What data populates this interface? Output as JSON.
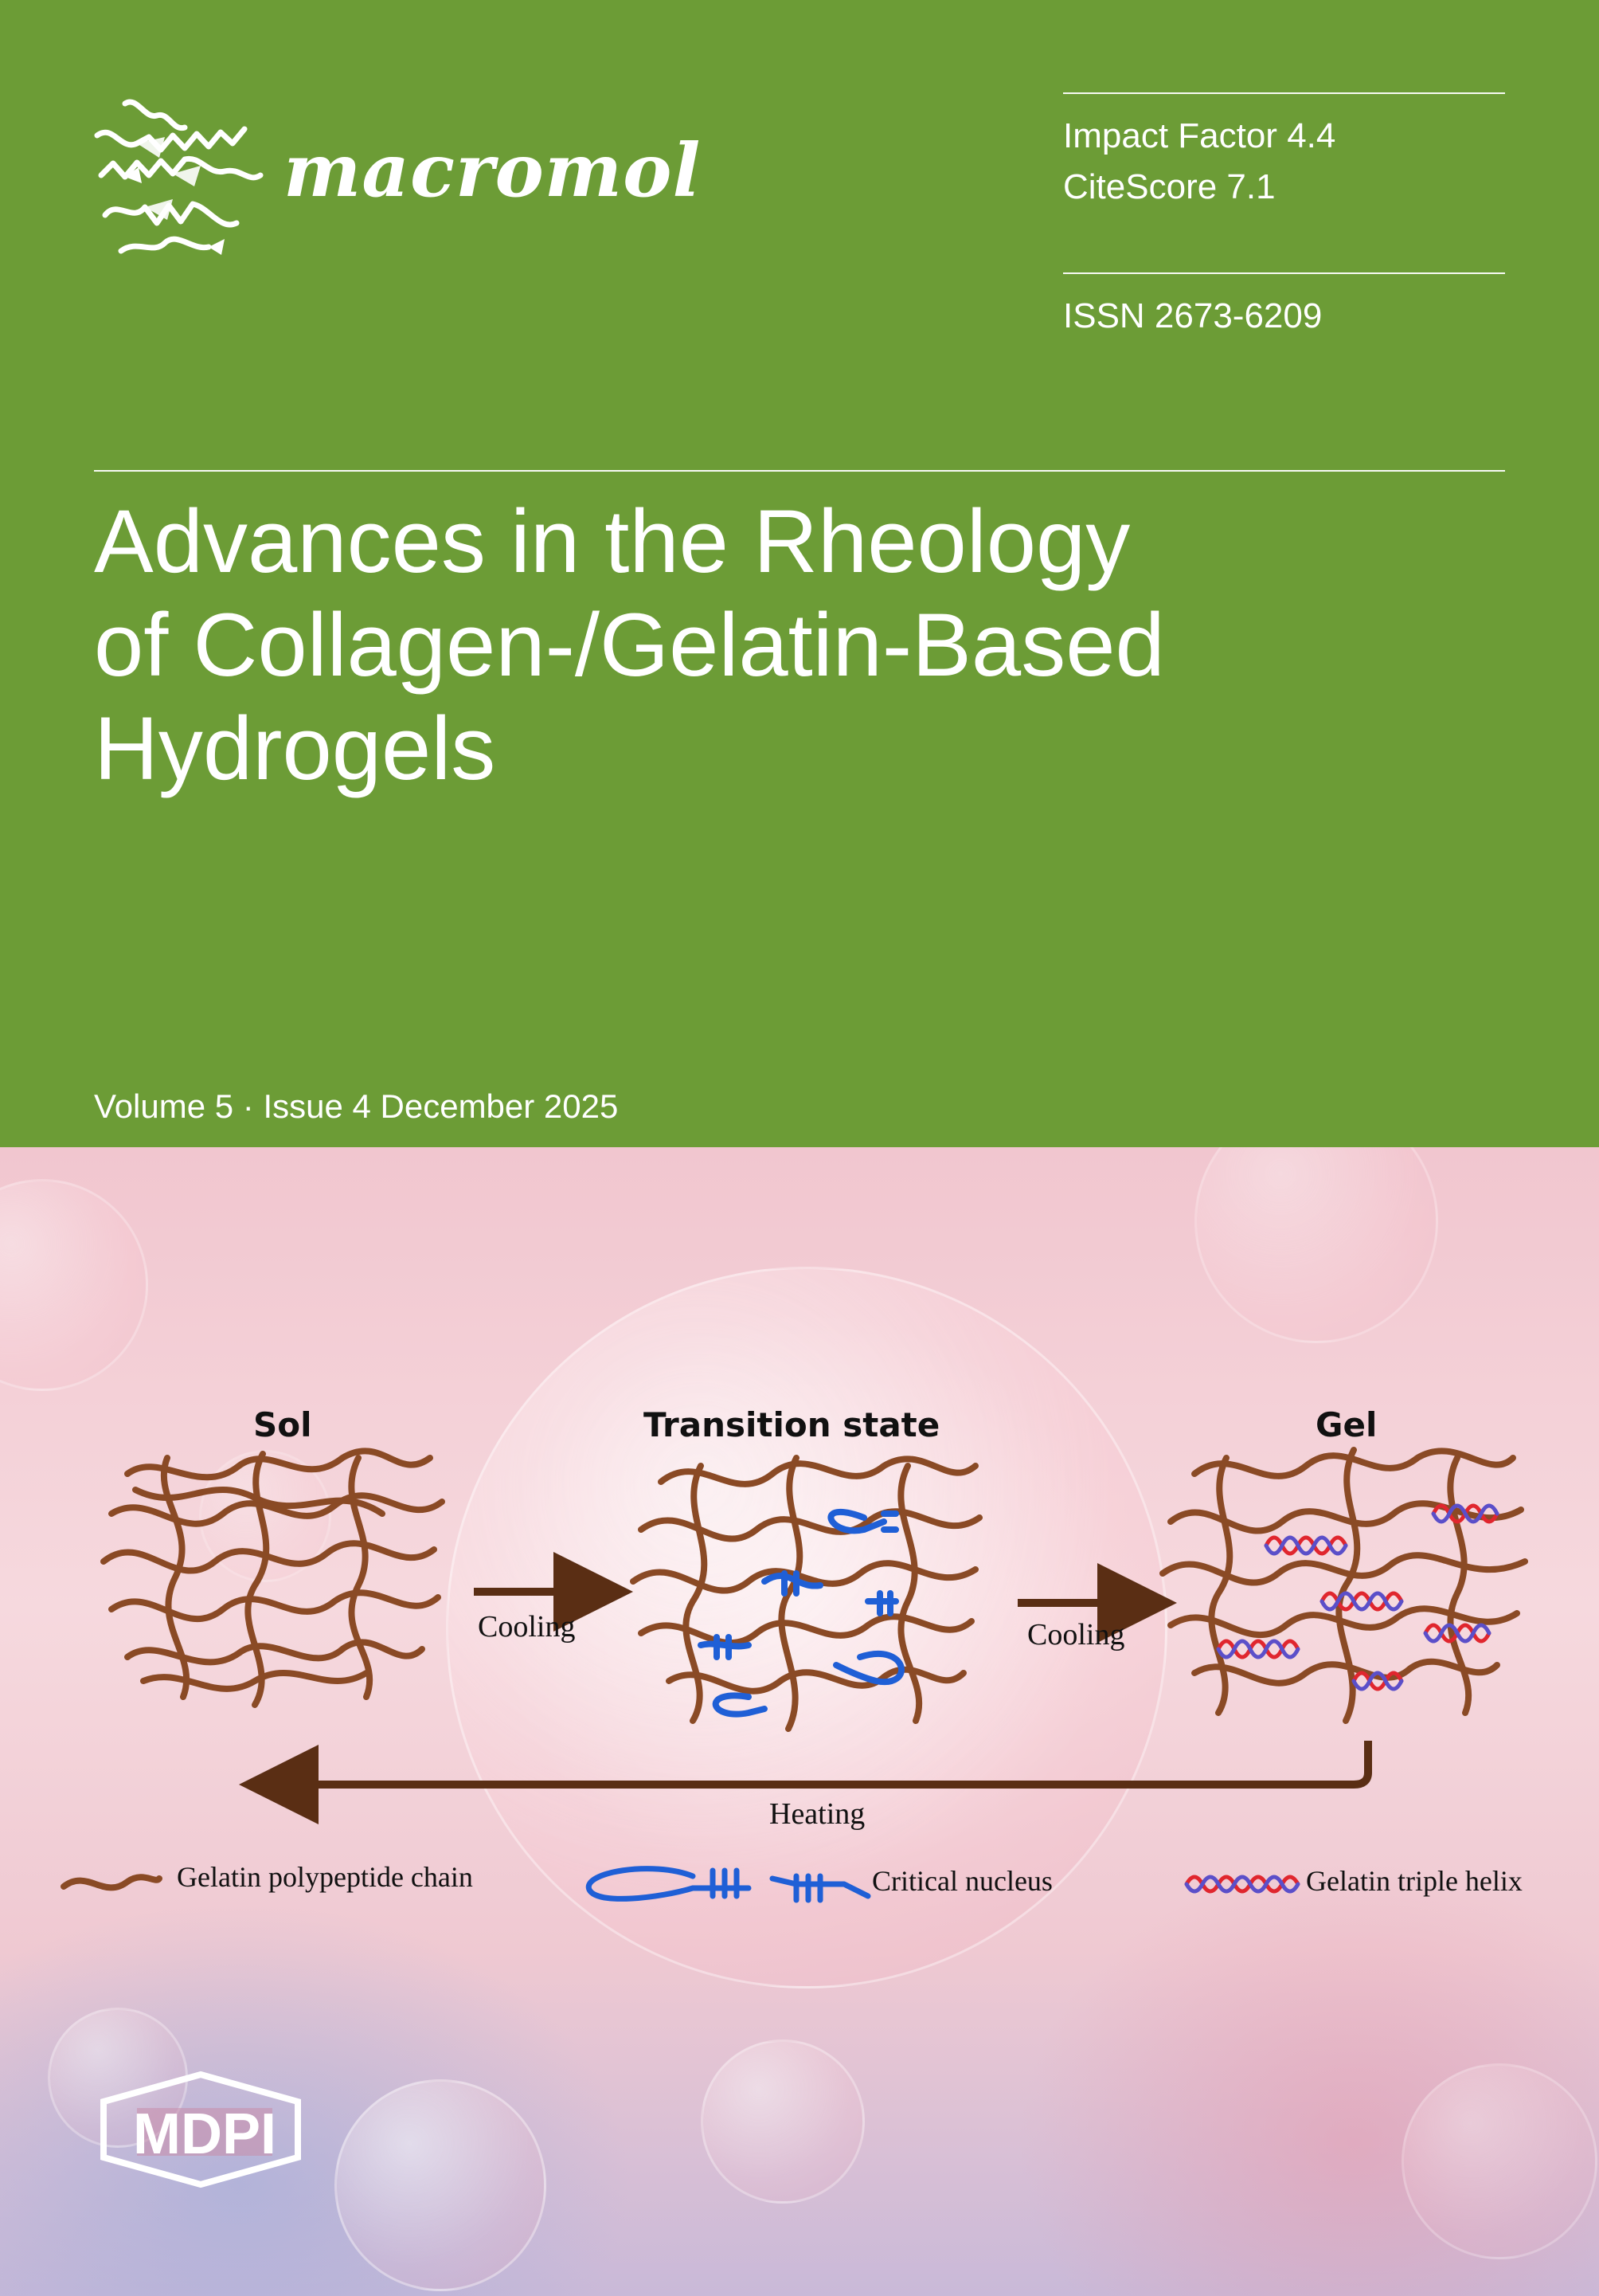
{
  "journal": {
    "name": "macromol"
  },
  "metrics": {
    "impact_factor": "Impact Factor 4.4",
    "citescore": "CiteScore 7.1",
    "issn": "ISSN 2673-6209"
  },
  "article": {
    "title_lines": [
      "Advances in the Rheology",
      "of Collagen-/Gelatin-Based",
      "Hydrogels"
    ]
  },
  "issue": {
    "text": "Volume 5 · Issue 4 December 2025"
  },
  "diagram": {
    "stages": {
      "sol": "Sol",
      "transition": "Transition state",
      "gel": "Gel"
    },
    "arrows": {
      "cooling_1": "Cooling",
      "cooling_2": "Cooling",
      "heating": "Heating"
    },
    "legend": {
      "chain": "Gelatin polypeptide chain",
      "nucleus": "Critical nucleus",
      "helix": "Gelatin triple helix"
    },
    "colors": {
      "chain": "#8a4a25",
      "nucleus": "#1f5fd6",
      "helix_red": "#e0262e",
      "helix_blue": "#5b4fc9",
      "arrow": "#5a2e14"
    }
  },
  "publisher": {
    "name": "MDPI"
  },
  "colors": {
    "header_green": "#6c9c36",
    "text_white": "#ffffff"
  }
}
